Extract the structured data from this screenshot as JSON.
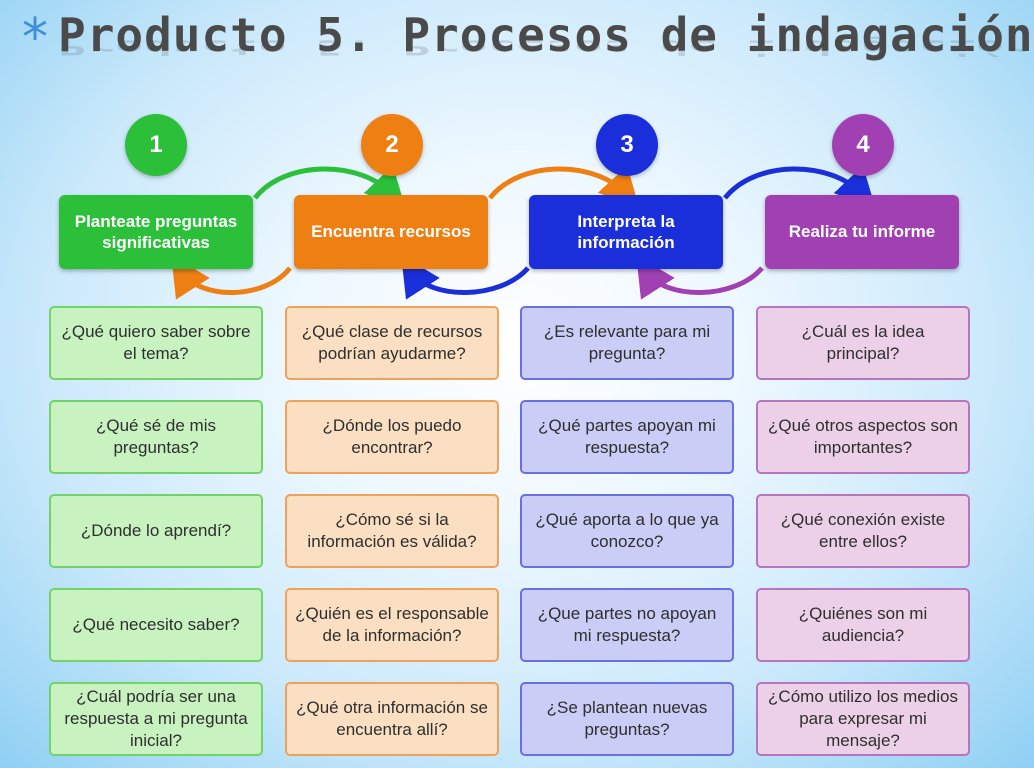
{
  "title": {
    "star": "*",
    "text": "Producto 5. Procesos de indagación"
  },
  "colors": {
    "green": "#2bbf3a",
    "orange": "#ee7f12",
    "blue": "#1a2fd9",
    "purple": "#a040b3"
  },
  "steps": [
    {
      "number": "1",
      "label": "Planteate preguntas significativas"
    },
    {
      "number": "2",
      "label": "Encuentra recursos"
    },
    {
      "number": "3",
      "label": "Interpreta la información"
    },
    {
      "number": "4",
      "label": "Realiza tu informe"
    }
  ],
  "questions": [
    [
      "¿Qué quiero saber sobre el tema?",
      "¿Qué sé de mis preguntas?",
      "¿Dónde lo aprendí?",
      "¿Qué necesito saber?",
      "¿Cuál podría ser una respuesta a mi pregunta inicial?"
    ],
    [
      "¿Qué clase de recursos podrían ayudarme?",
      "¿Dónde los puedo encontrar?",
      "¿Cómo sé si la información es válida?",
      "¿Quién es el responsable de la información?",
      "¿Qué otra información se encuentra allí?"
    ],
    [
      "¿Es relevante para mi pregunta?",
      "¿Qué partes apoyan mi respuesta?",
      "¿Qué aporta a lo que ya conozco?",
      "¿Que partes no apoyan mi respuesta?",
      "¿Se plantean nuevas preguntas?"
    ],
    [
      "¿Cuál es la idea principal?",
      "¿Qué otros aspectos son importantes?",
      "¿Qué conexión existe entre ellos?",
      "¿Quiénes son mi audiencia?",
      "¿Cómo utilizo los medios para expresar mi mensaje?"
    ]
  ]
}
